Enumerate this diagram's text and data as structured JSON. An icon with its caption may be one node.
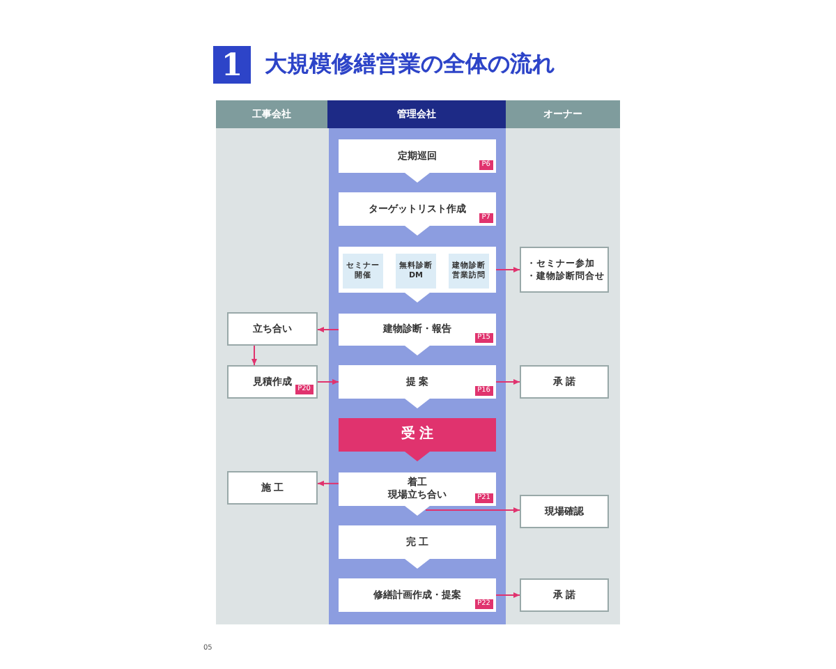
{
  "diagram": {
    "title": "大規模修繕営業の全体の流れ",
    "nodes": [
      {
        "text": [
          "定期巡回",
          "P6"
        ]
      },
      {
        "text": [
          "ターゲットリスト作成",
          "P7"
        ]
      },
      {
        "text": [],
        "shape": "box"
      },
      {
        "text": [
          "セミナー開催"
        ],
        "in": 2
      },
      {
        "text": [
          "無料診断DM"
        ],
        "in": 2
      },
      {
        "text": [
          "建物診断営業訪問"
        ],
        "in": 2
      },
      {
        "text": [
          "建物診断・報告",
          "P15"
        ]
      },
      {
        "text": [
          "提 案",
          "P16"
        ]
      },
      {
        "text": [
          "受 注"
        ]
      },
      {
        "text": [
          "着工",
          "現場立ち合い",
          "P21"
        ]
      },
      {
        "text": [
          "完 工"
        ]
      },
      {
        "text": [
          "修繕計画作成・提案",
          "P22"
        ]
      },
      {
        "text": [
          "立ち合い"
        ]
      },
      {
        "text": [
          "見積作成",
          "P20"
        ]
      },
      {
        "text": [
          "施 工"
        ]
      },
      {
        "text": [
          "・セミナー参加",
          "・建物診断問合せ"
        ]
      },
      {
        "text": [
          "承 諾"
        ]
      },
      {
        "text": [
          "現場確認"
        ]
      },
      {
        "text": [
          "承 諾"
        ]
      }
    ],
    "edges": [
      {
        "from": 0,
        "to": 1,
        "arrow": "to"
      },
      {
        "from": 1,
        "to": 2,
        "arrow": "to"
      },
      {
        "from": 2,
        "to": 6,
        "arrow": "to"
      },
      {
        "from": 6,
        "to": 7,
        "arrow": "to"
      },
      {
        "from": 7,
        "to": 8,
        "arrow": "to"
      },
      {
        "from": 8,
        "to": 9,
        "arrow": "to"
      },
      {
        "from": 9,
        "to": 10,
        "arrow": "to"
      },
      {
        "from": 10,
        "to": 11,
        "arrow": "to"
      },
      {
        "from": 2,
        "to": 15,
        "arrow": "to"
      },
      {
        "from": 6,
        "to": 12,
        "arrow": "to"
      },
      {
        "from": 12,
        "to": 13,
        "arrow": "to"
      },
      {
        "from": 13,
        "to": 7,
        "arrow": "to"
      },
      {
        "from": 7,
        "to": 16,
        "arrow": "to"
      },
      {
        "from": 9,
        "to": 14,
        "arrow": "to"
      },
      {
        "from": 9,
        "to": 17,
        "arrow": "to"
      },
      {
        "from": 11,
        "to": 18,
        "arrow": "to"
      }
    ],
    "labels": [
      "1",
      "工事会社",
      "管理会社",
      "オーナー",
      "05"
    ]
  }
}
